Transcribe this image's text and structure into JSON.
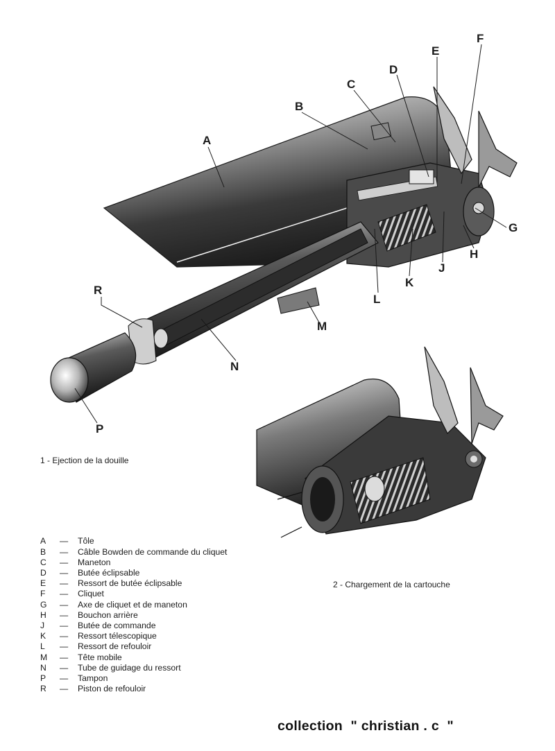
{
  "figure1": {
    "caption": "1 - Ejection de la douille",
    "labels": [
      "A",
      "B",
      "C",
      "D",
      "E",
      "F",
      "G",
      "H",
      "J",
      "K",
      "L",
      "M",
      "N",
      "P",
      "R"
    ]
  },
  "figure2": {
    "caption": "2 - Chargement de la cartouche"
  },
  "legend": [
    {
      "key": "A",
      "dash": "—",
      "desc": "Tôle"
    },
    {
      "key": "B",
      "dash": "—",
      "desc": "Câble Bowden de commande du cliquet"
    },
    {
      "key": "C",
      "dash": "—",
      "desc": "Maneton"
    },
    {
      "key": "D",
      "dash": "—",
      "desc": "Butée éclipsable"
    },
    {
      "key": "E",
      "dash": "—",
      "desc": "Ressort de butée éclipsable"
    },
    {
      "key": "F",
      "dash": "—",
      "desc": "Cliquet"
    },
    {
      "key": "G",
      "dash": "—",
      "desc": "Axe de cliquet et de maneton"
    },
    {
      "key": "H",
      "dash": "—",
      "desc": "Bouchon arrière"
    },
    {
      "key": "J",
      "dash": "—",
      "desc": "Butée de commande"
    },
    {
      "key": "K",
      "dash": "—",
      "desc": "Ressort télescopique"
    },
    {
      "key": "L",
      "dash": "—",
      "desc": "Ressort de refouloir"
    },
    {
      "key": "M",
      "dash": "—",
      "desc": "Tête mobile"
    },
    {
      "key": "N",
      "dash": "—",
      "desc": "Tube de guidage du ressort"
    },
    {
      "key": "P",
      "dash": "—",
      "desc": "Tampon"
    },
    {
      "key": "R",
      "dash": "—",
      "desc": "Piston de refouloir"
    }
  ],
  "watermark": "collection  \" christian . c  \"",
  "colors": {
    "ink": "#1a1a1a",
    "metal_dark": "#2b2b2b",
    "metal_mid": "#6a6a6a",
    "metal_light": "#cfcfcf"
  }
}
